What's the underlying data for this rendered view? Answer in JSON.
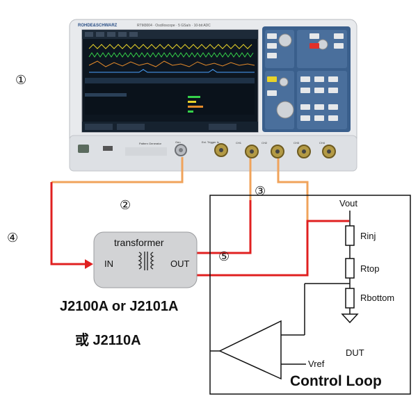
{
  "callouts": [
    "①",
    "②",
    "③",
    "④",
    "⑤"
  ],
  "oscilloscope": {
    "brand": "ROHDE&SCHWARZ",
    "model_text": "RTM3004 · Oscilloscope · 5 GSa/s · 10-bit ADC",
    "front_panel_labels": {
      "pattern_generator": "Pattern Generator",
      "gen": "Gen",
      "ext_trigger": "Ext. Trigger In",
      "ch1": "CH1",
      "ch2": "CH2",
      "ch3": "CH3",
      "ch4": "CH4"
    }
  },
  "transformer": {
    "title": "transformer",
    "in_label": "IN",
    "out_label": "OUT",
    "part_numbers": "J2100A or J2101A",
    "alt_part": "或 J2110A"
  },
  "control_loop": {
    "vout": "Vout",
    "rinj": "Rinj",
    "rtop": "Rtop",
    "rbottom": "Rbottom",
    "dut": "DUT",
    "vref": "Vref",
    "title": "Control Loop"
  },
  "colors": {
    "cable_orange": "#f0a35b",
    "wire_red": "#e02020",
    "scope_screen": "#0d1620",
    "panel_blue": "#3a5f8c"
  }
}
